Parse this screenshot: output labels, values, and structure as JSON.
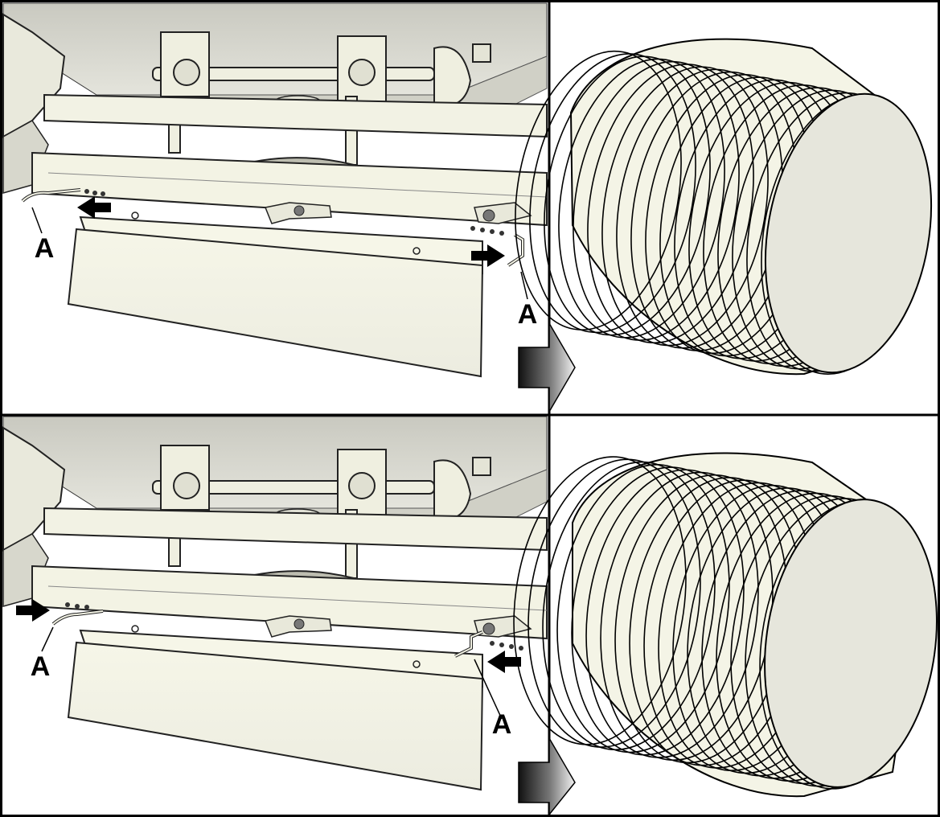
{
  "panels": [
    {
      "id": "top",
      "callouts": [
        "A",
        "A"
      ],
      "arrows": [
        "push-left-arrow",
        "push-right-arrow"
      ],
      "result": "bale-wrapped-tight"
    },
    {
      "id": "bottom",
      "callouts": [
        "A",
        "A"
      ],
      "arrows": [
        "push-right-arrow",
        "push-left-arrow"
      ],
      "result": "bale-wrapped-spread"
    }
  ],
  "colors": {
    "frame": "#000000",
    "hopper": "#dcdcd4",
    "metal": "#f3f3e2",
    "shadow": "#a8a89a",
    "bale_side": "#f4f4e6",
    "bale_face": "#e6e6dc"
  }
}
